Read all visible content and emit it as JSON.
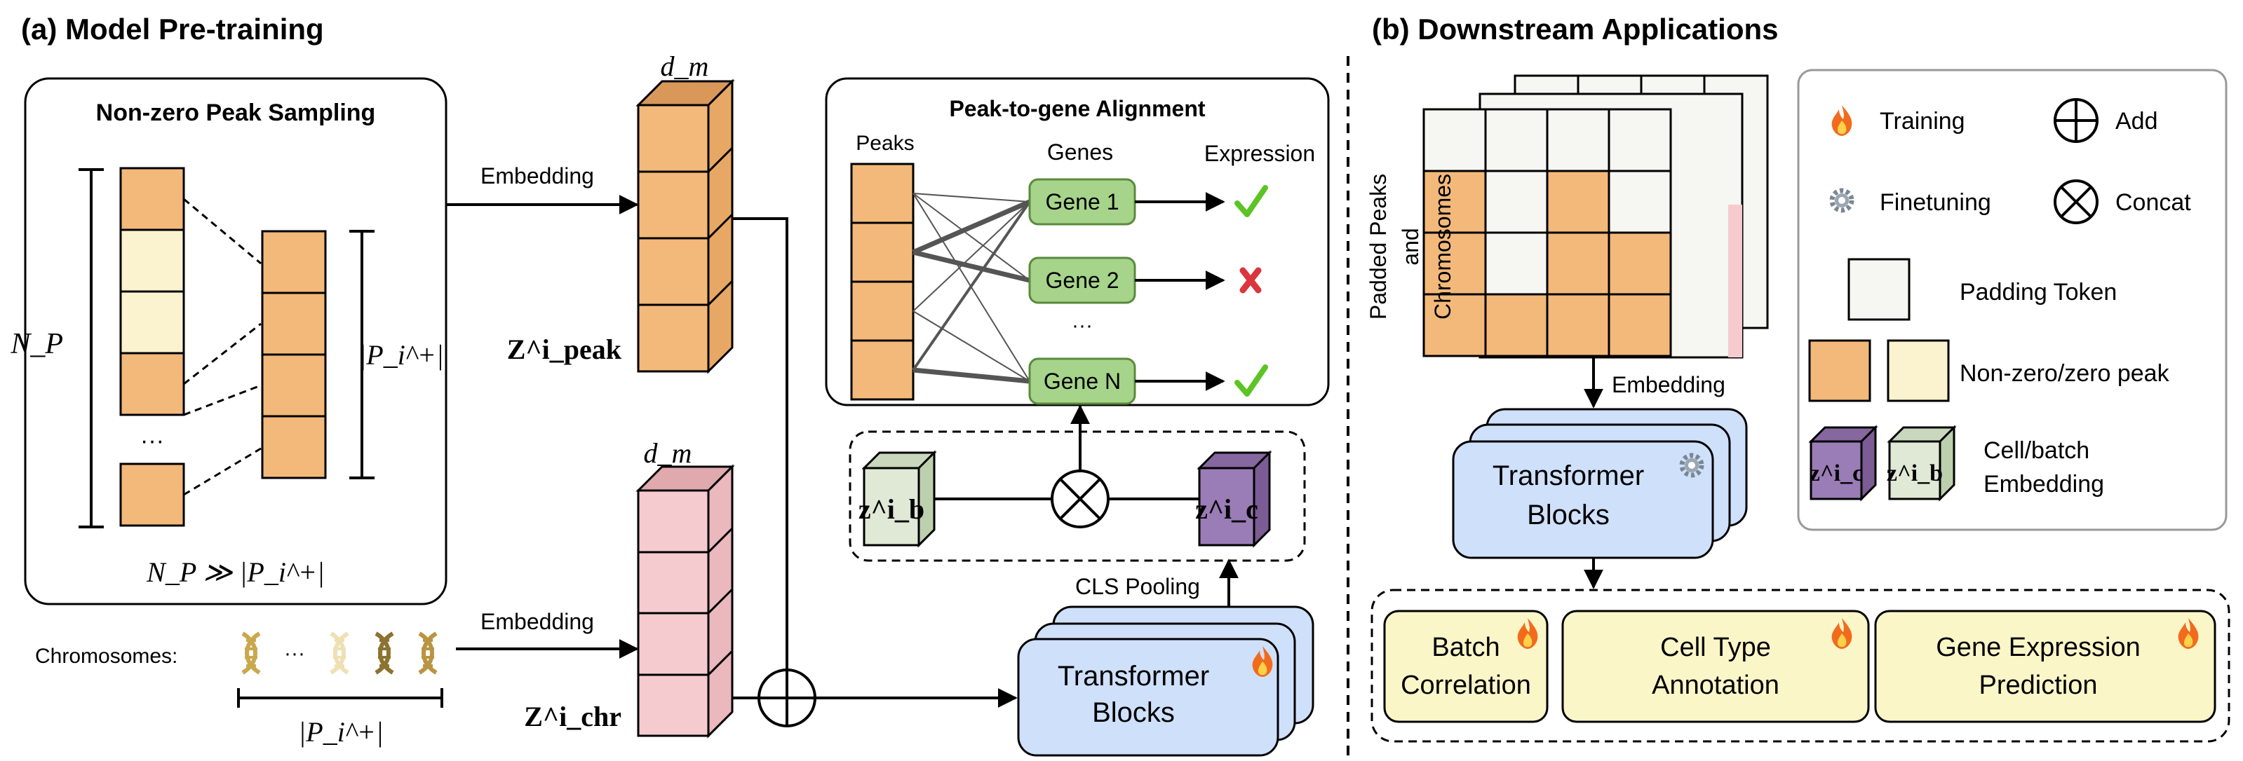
{
  "panel_a": {
    "title": "(a) Model Pre-training",
    "sampling_box": {
      "title": "Non-zero Peak Sampling",
      "np_label": "N_P",
      "pi_label": "|P_i^+|",
      "ellipsis": "···",
      "relation": "N_P ≫ |P_i^+|"
    },
    "embedding_label_top": "Embedding",
    "embedding_label_bottom": "Embedding",
    "dm_label_top": "d_m",
    "dm_label_bottom": "d_m",
    "z_peak_label": "Z^i_peak",
    "z_chr_label": "Z^i_chr",
    "chromosomes_label": "Chromosomes:",
    "chromosomes_ellipsis": "···",
    "chromosomes_count_label": "|P_i^+|",
    "alignment_box": {
      "title": "Peak-to-gene Alignment",
      "peaks_label": "Peaks",
      "genes_label": "Genes",
      "expression_label": "Expression",
      "genes": [
        "Gene 1",
        "Gene 2",
        "Gene N"
      ],
      "gene_ellipsis": "···",
      "marks": [
        "check",
        "cross",
        "check"
      ]
    },
    "zb_label": "z^i_b",
    "zc_label": "z^i_c",
    "cls_pooling_label": "CLS Pooling",
    "transformer_label_line1": "Transformer",
    "transformer_label_line2": "Blocks"
  },
  "panel_b": {
    "title": "(b) Downstream Applications",
    "padded_label_line1": "Padded Peaks",
    "padded_label_line2": "and",
    "padded_label_line3": "Chromosomes",
    "embedding_label": "Embedding",
    "transformer_label_line1": "Transformer",
    "transformer_label_line2": "Blocks",
    "legend": {
      "training": "Training",
      "add": "Add",
      "finetuning": "Finetuning",
      "concat": "Concat",
      "padding_token": "Padding Token",
      "peak_types": "Non-zero/zero peak",
      "cell_batch_line1": "Cell/batch",
      "cell_batch_line2": "Embedding"
    },
    "tasks": [
      {
        "line1": "Batch",
        "line2": "Correlation"
      },
      {
        "line1": "Cell Type",
        "line2": "Annotation"
      },
      {
        "line1": "Gene Expression",
        "line2": "Prediction"
      }
    ]
  },
  "colors": {
    "peak_orange": "#f3b97a",
    "peak_orange_top": "#d9975a",
    "peak_zero": "#fbf3cf",
    "chr_pink": "#f5cbd0",
    "chr_pink_top": "#dfa9ae",
    "gene_green": "#a6d48a",
    "cube_green": "#dfe9d6",
    "cube_purple": "#9a7cb6",
    "transformer_blue": "#cfe0fb",
    "task_yellow": "#fbf6c8",
    "padding_gray": "#f6f6f2",
    "check_green": "#5cc424",
    "cross_red": "#d9363e"
  }
}
